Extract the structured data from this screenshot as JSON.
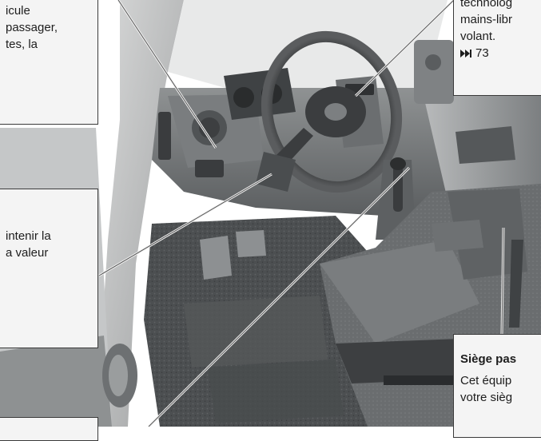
{
  "callouts": {
    "top_left": {
      "lines": [
        "icule",
        "passager,",
        "tes, la"
      ]
    },
    "middle_left": {
      "lines": [
        "intenir la",
        "a valeur"
      ]
    },
    "top_right": {
      "lines": [
        "technolog",
        "mains-libr",
        "volant."
      ],
      "ref": "73"
    },
    "bottom_right": {
      "title": "Siège pas",
      "lines": [
        "Cet équip",
        "votre sièg"
      ]
    }
  },
  "icons": {
    "page_ref": "fast-forward-icon"
  },
  "colors": {
    "callout_border": "#3a3a3a",
    "callout_bg": "#f4f4f4",
    "text": "#1d1d1d"
  }
}
